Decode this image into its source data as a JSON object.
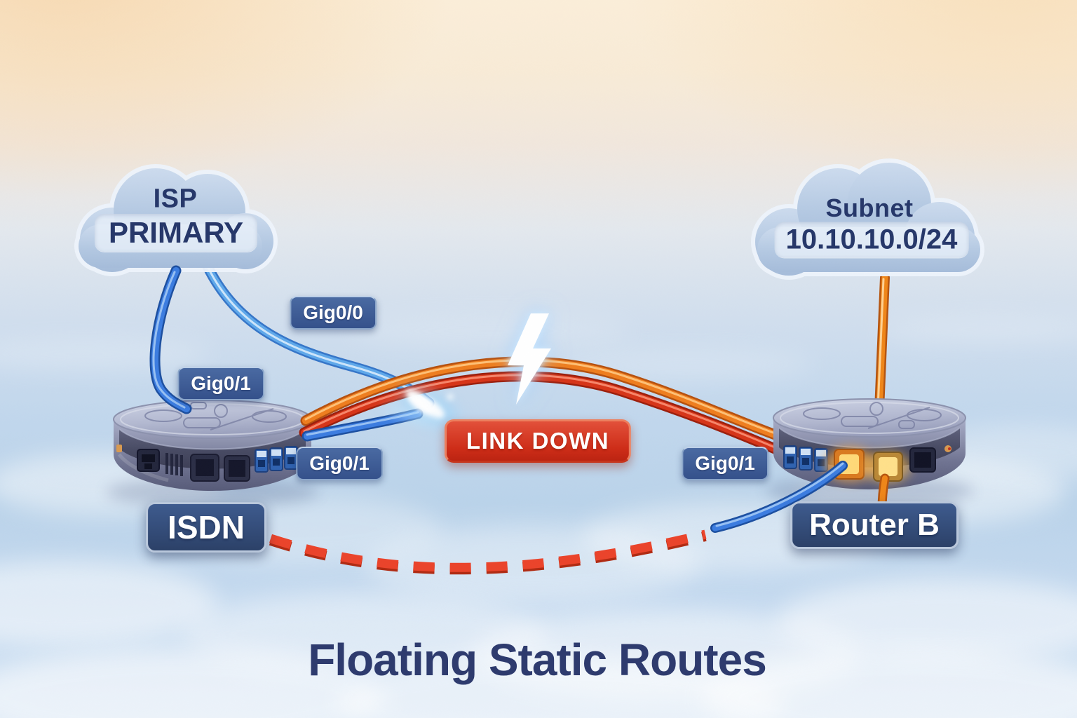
{
  "title": "Floating Static Routes",
  "clouds": {
    "isp": {
      "name": "ISP",
      "qualifier": "PRIMARY"
    },
    "subnet": {
      "label": "Subnet",
      "cidr": "10.10.10.0/24"
    }
  },
  "interfaces": {
    "gig0_0": "Gig0/0",
    "gig0_1_wan": "Gig0/1",
    "gig0_1_isdn": "Gig0/1",
    "gig0_1_routerb": "Gig0/1"
  },
  "status": {
    "link_down": "LINK DOWN"
  },
  "devices": {
    "left": "ISDN",
    "right": "Router B"
  },
  "icons": {
    "failure": "lightning-bolt"
  },
  "colors": {
    "badge_blue": "#3a5a96",
    "label_navy": "#31497a",
    "alert_red": "#cf3020",
    "cable_blue": "#2f6fd0",
    "cable_light_blue": "#54a4e8",
    "cable_red": "#d63418",
    "cable_orange": "#ee7d1e",
    "dashed_route_red": "#ea432a",
    "title_navy": "#2e3b6e",
    "cloud_blue": "#b4c8e2"
  }
}
